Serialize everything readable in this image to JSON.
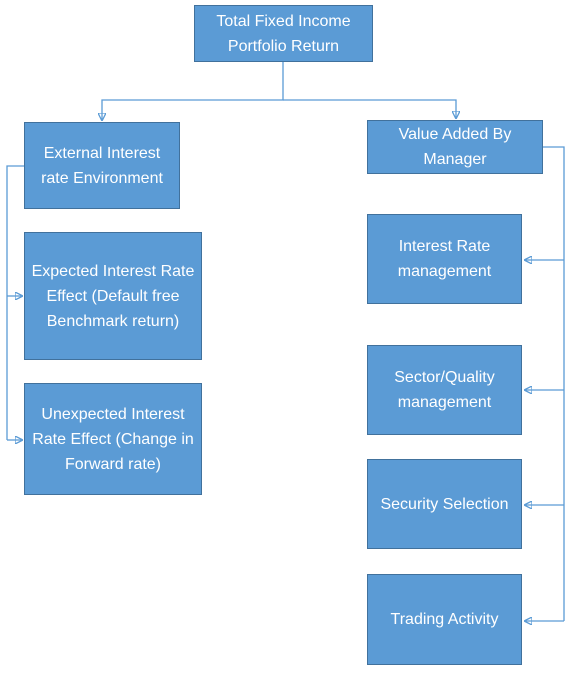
{
  "diagram": {
    "root": {
      "label": "Total Fixed Income Portfolio Return"
    },
    "left": {
      "header": {
        "label": "External Interest rate Environment"
      },
      "children": [
        {
          "label": "Expected Interest Rate Effect (Default free Benchmark return)"
        },
        {
          "label": "Unexpected Interest Rate Effect (Change in Forward rate)"
        }
      ]
    },
    "right": {
      "header": {
        "label": "Value Added By Manager"
      },
      "children": [
        {
          "label": "Interest Rate management"
        },
        {
          "label": "Sector/Quality management"
        },
        {
          "label": "Security Selection"
        },
        {
          "label": "Trading Activity"
        }
      ]
    }
  },
  "colors": {
    "box_fill": "#5b9bd5",
    "box_border": "#41719c",
    "connector": "#5b9bd5",
    "text": "#ffffff"
  }
}
